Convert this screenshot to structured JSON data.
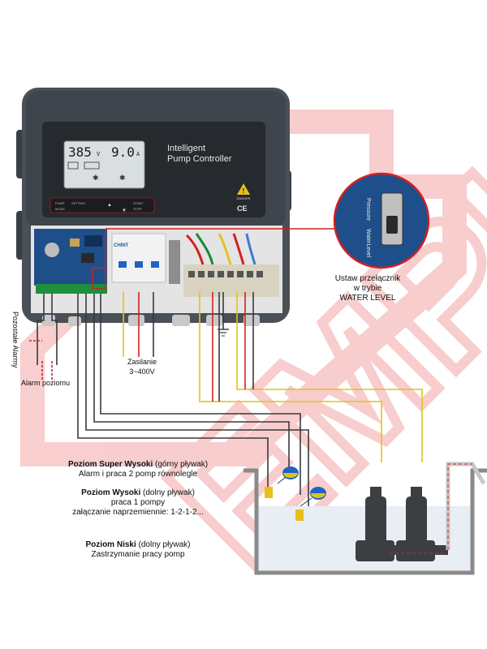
{
  "controller": {
    "title_line1": "Intelligent",
    "title_line2": "Pump Controller",
    "voltage": "385",
    "voltage_unit": "V",
    "current": "9.0",
    "current_unit": "A",
    "ce_mark": "CE",
    "danger_label": "DANGER",
    "button_labels": [
      "PUMP",
      "SETTING",
      "MODE",
      "START",
      "STOP"
    ],
    "breaker_brand": "CHINT"
  },
  "switch_callout": {
    "label_top": "Pressure",
    "label_bottom": "WaterLevel",
    "caption_line1": "Ustaw przełącznik",
    "caption_line2": "w trybie",
    "caption_line3": "WATER LEVEL"
  },
  "labels": {
    "other_alarms": "Pozostałe Alarmy",
    "level_alarm": "Alarm poziomu",
    "power_line1": "Zasilanie",
    "power_line2": "3~400V"
  },
  "levels": {
    "super_high_bold": "Poziom Super Wysoki",
    "super_high_rest": " (górny pływak)",
    "super_high_desc": "Alarm i praca 2 pomp równolegle",
    "high_bold": "Poziom Wysoki",
    "high_rest": " (dolny pływak)",
    "high_desc1": "praca 1 pompy",
    "high_desc2": "załączanie naprzemiennie: 1-2-1-2...",
    "low_bold": "Poziom Niski",
    "low_rest": " (dolny pływak)",
    "low_desc": "Zastrzymanie pracy pomp"
  },
  "watermark": {
    "text": "EMPIS",
    "color": "#e02020"
  },
  "colors": {
    "enclosure": "#4a5057",
    "panel": "#2a2d31",
    "pcb": "#1f4f8a",
    "water": "#e8eef3",
    "wire_yellow": "#e2c21a",
    "wire_red": "#d42020",
    "wire_dark": "#3a3a3a"
  }
}
